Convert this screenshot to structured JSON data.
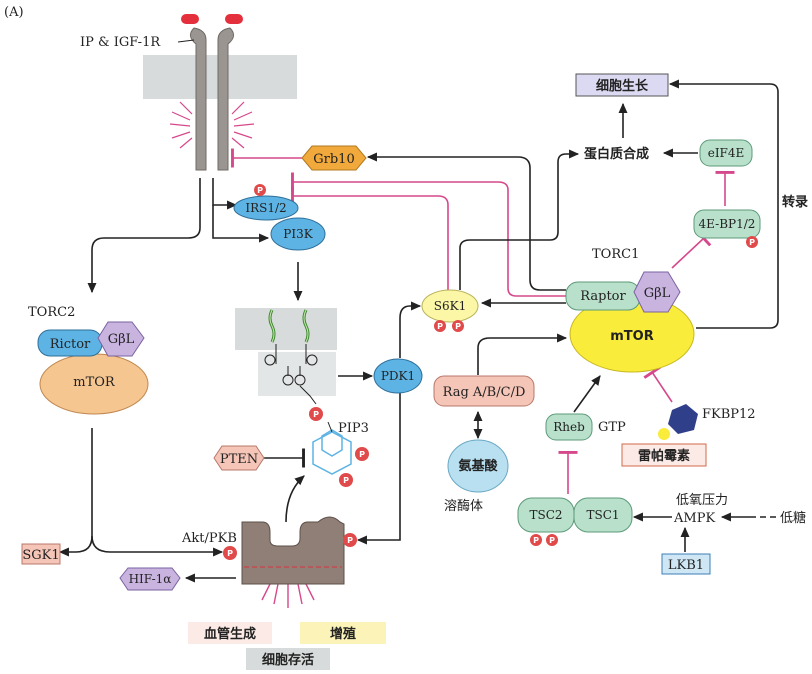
{
  "panel_label": "(A)",
  "receptor": {
    "label": "IP & IGF-1R"
  },
  "nodes": {
    "grb10": "Grb10",
    "irs": "IRS1/2",
    "pi3k": "PI3K",
    "pdk1": "PDK1",
    "s6k1": "S6K1",
    "rag": "Rag A/B/C/D",
    "amino_acid": "氨基酸",
    "lysosome": "溶酶体",
    "pten": "PTEN",
    "pip3": "PIP3",
    "akt": "Akt/PKB",
    "sgk1": "SGK1",
    "hif": "HIF-1α",
    "torc2": "TORC2",
    "rictor": "Rictor",
    "gbl": "GβL",
    "mtor": "mTOR",
    "torc1": "TORC1",
    "raptor": "Raptor",
    "eif4e": "eIF4E",
    "4ebp": "4E-BP1/2",
    "protein_synthesis": "蛋白质合成",
    "cell_growth": "细胞生长",
    "transcription": "转录",
    "rheb": "Rheb",
    "gtp": "GTP",
    "tsc2": "TSC2",
    "tsc1": "TSC1",
    "fkbp12": "FKBP12",
    "rapamycin": "雷帕霉素",
    "hypoxia": "低氧压力",
    "ampk": "AMPK",
    "low_sugar": "低糖",
    "lkb1": "LKB1",
    "angiogenesis": "血管生成",
    "proliferation": "增殖",
    "cell_survival": "细胞存活",
    "phospho": "P"
  },
  "colors": {
    "inhibit": "#d6488c",
    "arrow": "#222222",
    "receptor_gray": "#9a9590",
    "receptor_red": "#e4303c",
    "membrane": "#d7dbdb",
    "grb10": "#f2a93b",
    "blue_node": "#5db4e4",
    "yellow_node": "#fbf7a6",
    "mtor_yellow": "#f9ec3a",
    "orange_mtor": "#f6c690",
    "teal": "#b8e0cb",
    "purple": "#c9b4e0",
    "pink_box": "#f5c5b8",
    "phospho": "#e04a4a",
    "akt": "#8f7f76",
    "cell_growth_bg": "#dcdaf2",
    "survival_bg": "#d7dbdb",
    "proliferation_bg": "#fbf3b8",
    "angio_bg": "#fbeae6",
    "fkbp": "#2f3f8a"
  }
}
